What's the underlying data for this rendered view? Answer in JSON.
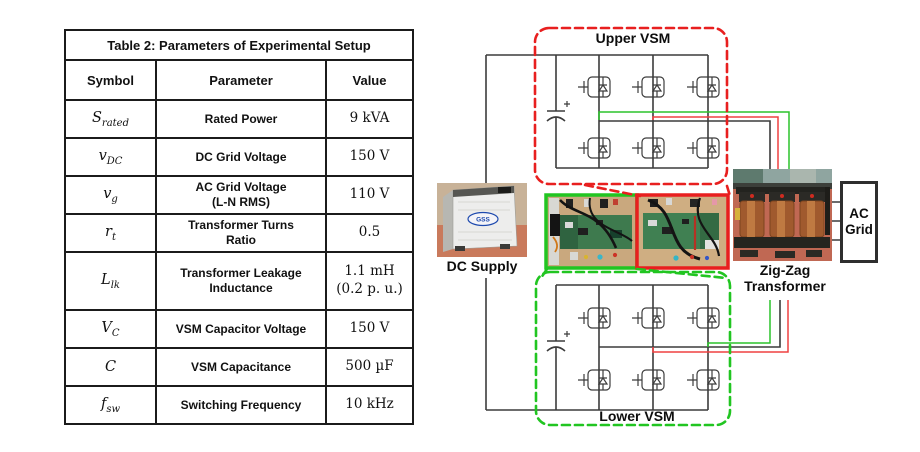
{
  "table": {
    "title": "Table 2: Parameters of Experimental Setup",
    "columns": [
      "Symbol",
      "Parameter",
      "Value"
    ],
    "rows": [
      {
        "symbol_base": "S",
        "symbol_sub": "rated",
        "parameter": [
          "Rated Power"
        ],
        "value": [
          "9 kVA"
        ]
      },
      {
        "symbol_base": "v",
        "symbol_sub": "DC",
        "parameter": [
          "DC Grid Voltage"
        ],
        "value": [
          "150 V"
        ]
      },
      {
        "symbol_base": "v",
        "symbol_sub": "g",
        "parameter": [
          "AC Grid Voltage",
          "(L-N RMS)"
        ],
        "value": [
          "110 V"
        ]
      },
      {
        "symbol_base": "r",
        "symbol_sub": "t",
        "parameter": [
          "Transformer Turns",
          "Ratio"
        ],
        "value": [
          "0.5"
        ]
      },
      {
        "symbol_base": "L",
        "symbol_sub": "lk",
        "parameter": [
          "Transformer Leakage",
          "Inductance"
        ],
        "value": [
          "1.1 mH",
          "(0.2 p. u.)"
        ]
      },
      {
        "symbol_base": "V",
        "symbol_sub": "C",
        "parameter": [
          "VSM Capacitor Voltage"
        ],
        "value": [
          "150 V"
        ]
      },
      {
        "symbol_base": "C",
        "symbol_sub": "",
        "parameter": [
          "VSM Capacitance"
        ],
        "value": [
          "500 µF"
        ]
      },
      {
        "symbol_base": "f",
        "symbol_sub": "sw",
        "parameter": [
          "Switching Frequency"
        ],
        "value": [
          "10 kHz"
        ]
      }
    ]
  },
  "diagram": {
    "upper_vsm_label": "Upper VSM",
    "lower_vsm_label": "Lower VSM",
    "dc_supply_label": "DC Supply",
    "dc_logo": "GSS",
    "transformer_label": [
      "Zig-Zag",
      "Transformer"
    ],
    "ac_grid_label": [
      "AC",
      "Grid"
    ],
    "colors": {
      "box_red": "#e81f1f",
      "box_green": "#21c521",
      "wire_red": "#ef4040",
      "wire_green": "#2bc42b",
      "wire_dark": "#3c3c3c"
    }
  }
}
